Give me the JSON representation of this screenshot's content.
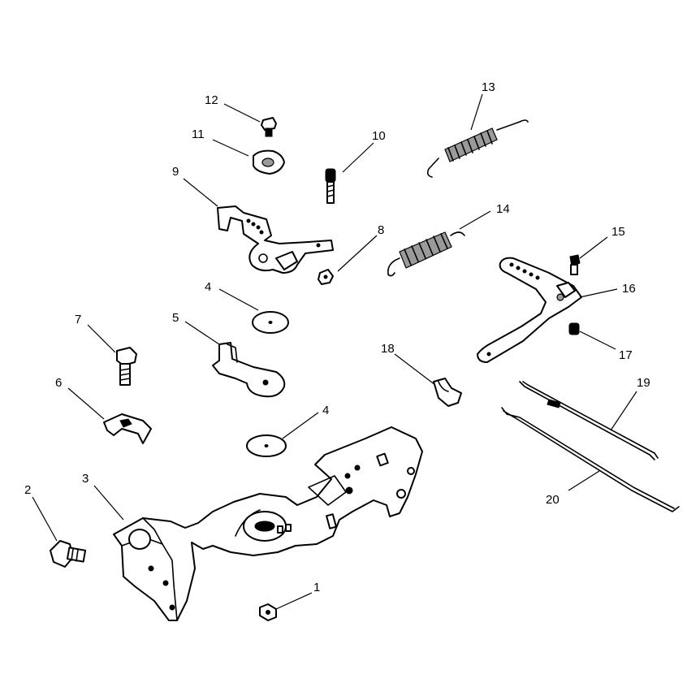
{
  "callouts": {
    "c1": "1",
    "c2": "2",
    "c3": "3",
    "c4a": "4",
    "c4b": "4",
    "c5": "5",
    "c6": "6",
    "c7": "7",
    "c8": "8",
    "c9": "9",
    "c10": "10",
    "c11": "11",
    "c12": "12",
    "c13": "13",
    "c14": "14",
    "c15": "15",
    "c16": "16",
    "c17": "17",
    "c18": "18",
    "c19": "19",
    "c20": "20"
  },
  "colors": {
    "line": "#000000",
    "background": "#ffffff",
    "shade": "#9a9a9a"
  }
}
